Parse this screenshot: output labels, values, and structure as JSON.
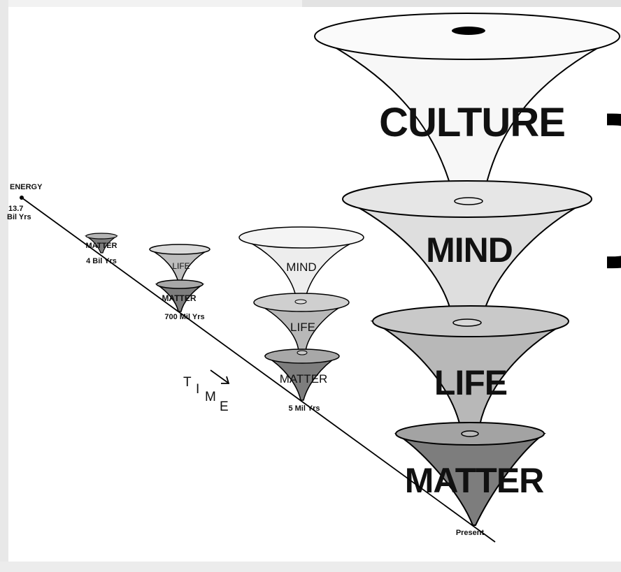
{
  "timeline": {
    "start_label": "ENERGY",
    "start_age_number": "13.7",
    "start_age_unit": "Bil Yrs",
    "end_label": "Present",
    "time_word_letters": [
      "T",
      "I",
      "M",
      "E"
    ]
  },
  "stages": [
    {
      "age": "4 Bil Yrs",
      "layers": [
        "MATTER"
      ]
    },
    {
      "age": "700 Mil Yrs",
      "layers": [
        "LIFE",
        "MATTER"
      ]
    },
    {
      "age": "5 Mil Yrs",
      "layers": [
        "MIND",
        "LIFE",
        "MATTER"
      ]
    },
    {
      "age": "",
      "layers": [
        "CULTURE",
        "MIND",
        "LIFE",
        "MATTER"
      ]
    }
  ],
  "bracket_glyph": "}",
  "colors": {
    "matter": "#7d7d7d",
    "life": "#b8b8b8",
    "mind": "#dedede",
    "culture": "#f7f7f7",
    "line": "#000000"
  }
}
